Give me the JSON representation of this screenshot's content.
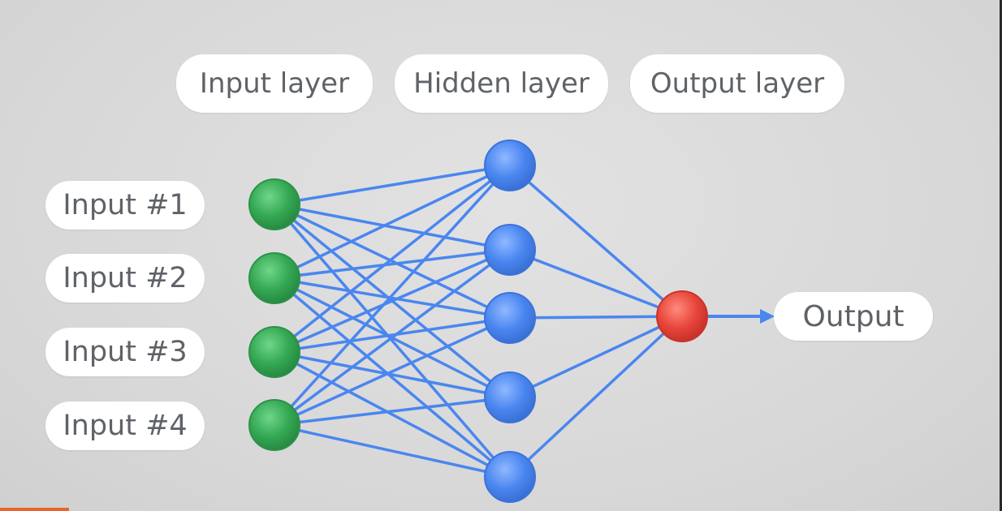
{
  "headers": {
    "input_layer": "Input layer",
    "hidden_layer": "Hidden layer",
    "output_layer": "Output layer"
  },
  "inputs": [
    "Input #1",
    "Input #2",
    "Input #3",
    "Input #4"
  ],
  "output_label": "Output",
  "network": {
    "input_nodes": 4,
    "hidden_nodes": 5,
    "output_nodes": 1
  },
  "colors": {
    "input_node": "#34a853",
    "hidden_node": "#4285f4",
    "output_node": "#ea4335",
    "connection": "#4a86ef",
    "pill_text": "#5f6368"
  }
}
